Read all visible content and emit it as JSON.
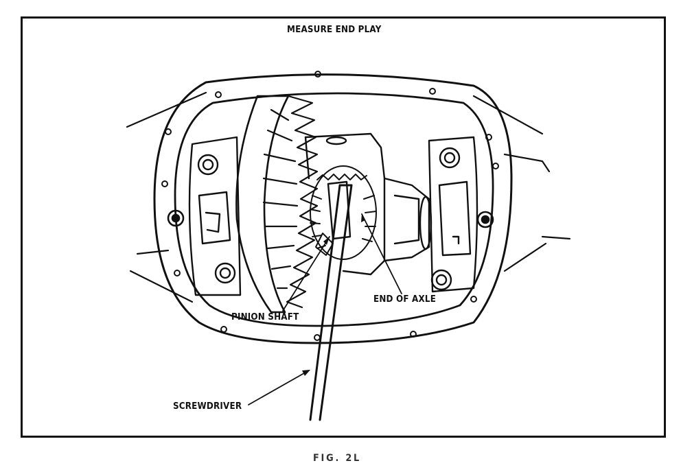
{
  "diagram": {
    "title": "MEASURE END PLAY",
    "labels": {
      "pinion_shaft": "PINION SHAFT",
      "end_of_axle": "END OF AXLE",
      "screwdriver": "SCREWDRIVER"
    },
    "figure_caption": "FIG. 2L"
  },
  "colors": {
    "ink": "#111111",
    "background": "#ffffff"
  }
}
